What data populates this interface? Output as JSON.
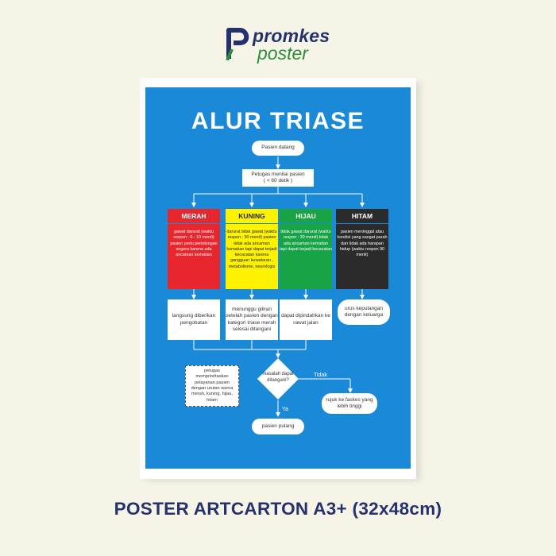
{
  "logo": {
    "line1": "promkes",
    "line2": "poster",
    "colors": {
      "dark": "#26306e",
      "green": "#2a8d3c"
    }
  },
  "poster": {
    "title": "ALUR TRIASE",
    "start": "Pasien datang",
    "assess": "Petugas menilai pasien\n( < 60 detik )",
    "categories": [
      {
        "label": "MERAH",
        "color": "#e8262e",
        "text_color": "#ffffff",
        "desc": "gawat darurat (waktu respon : 0 - 10 menit) pasien perlu pertolongan segera karena ada ancaman kematian",
        "action": "langsung diberikan pengobatan"
      },
      {
        "label": "KUNING",
        "color": "#fff200",
        "text_color": "#222222",
        "desc": "darurat tidak gawat (waktu respon : 30 menit) pasien tidak ada ancaman kematian tapi dapat terjadi kecacatan karena gangguan kesadaran , metabolisme, neurologis",
        "action": "menunggu giliran setelah pasien dengan kategori triase merah selesai ditangani"
      },
      {
        "label": "HIJAU",
        "color": "#18a347",
        "text_color": "#ffffff",
        "desc": "tidak gawat darurat (waktu respon : 30 menit) tidak ada ancaman kematian tapi dapat terjadi kecacatan",
        "action": "dapat dipindahkan ke rawat jalan"
      },
      {
        "label": "HITAM",
        "color": "#2b2b2b",
        "text_color": "#ffffff",
        "desc": "pasien meninggal atau kondisi yang sangat parah dan tidak ada harapan hidup (waktu respon 90 menit)",
        "action": "urus kepulangan dengan keluarga"
      }
    ],
    "note": "petugas memprioritaskan pelayanan pasien dengan urutan warna merah, kuning, hijau, hitam",
    "decision": "masalah dapat ditangani?",
    "no_label": "Tidak",
    "yes_label": "Ya",
    "refer": "rujuk ke faskes yang lebih tinggi",
    "end": "pasien pulang",
    "colors": {
      "background": "#1a8ad8"
    }
  },
  "caption": "POSTER ARTCARTON A3+ (32x48cm)"
}
